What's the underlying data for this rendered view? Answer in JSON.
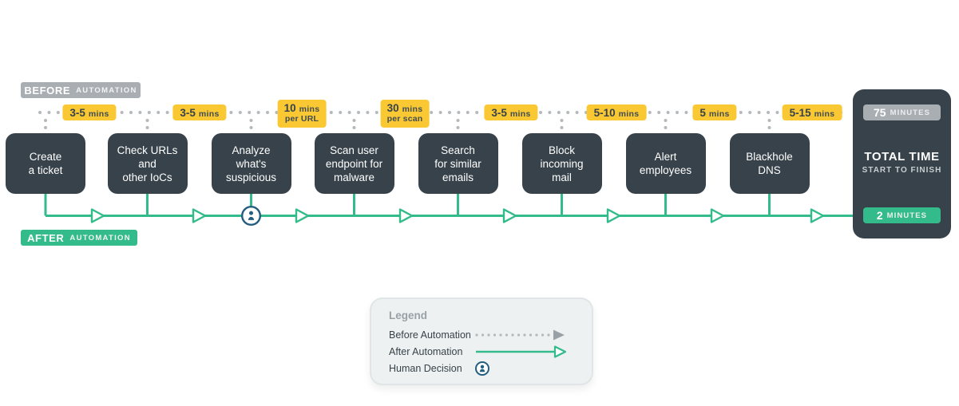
{
  "colors": {
    "box_dark": "#37424a",
    "accent_green": "#34bb8b",
    "badge_yellow": "#f9c832",
    "badge_gray": "#a9aeb3",
    "dot_gray": "#b4b9bd",
    "human_navy": "#235d80"
  },
  "before_badge": {
    "bold": "BEFORE",
    "light": "AUTOMATION"
  },
  "after_badge": {
    "bold": "AFTER",
    "light": "AUTOMATION"
  },
  "steps": [
    {
      "label_lines": [
        "Create",
        "a ticket"
      ],
      "time": {
        "value": "3-5",
        "unit": "mins"
      }
    },
    {
      "label_lines": [
        "Check URLs",
        "and",
        "other IoCs"
      ],
      "time": {
        "value": "3-5",
        "unit": "mins"
      }
    },
    {
      "label_lines": [
        "Analyze",
        "what's",
        "suspicious"
      ],
      "time": {
        "value": "10",
        "unit": "mins",
        "line2": "per URL"
      },
      "human_decision": true
    },
    {
      "label_lines": [
        "Scan user",
        "endpoint for",
        "malware"
      ],
      "time": {
        "value": "30",
        "unit": "mins",
        "line2": "per scan"
      }
    },
    {
      "label_lines": [
        "Search",
        "for similar",
        "emails"
      ],
      "time": {
        "value": "3-5",
        "unit": "mins"
      }
    },
    {
      "label_lines": [
        "Block",
        "incoming",
        "mail"
      ],
      "time": {
        "value": "5-10",
        "unit": "mins"
      }
    },
    {
      "label_lines": [
        "Alert",
        "employees"
      ],
      "time": {
        "value": "5",
        "unit": "mins"
      }
    },
    {
      "label_lines": [
        "Blackhole",
        "DNS"
      ],
      "time": {
        "value": "5-15",
        "unit": "mins"
      }
    }
  ],
  "total_box": {
    "before_value": "75",
    "before_unit": "MINUTES",
    "title": "TOTAL TIME",
    "subtitle": "START TO FINISH",
    "after_value": "2",
    "after_unit": "MINUTES"
  },
  "legend": {
    "title": "Legend",
    "items": [
      {
        "label": "Before Automation",
        "marker": "dotted-gray-arrow"
      },
      {
        "label": "After Automation",
        "marker": "solid-green-arrow"
      },
      {
        "label": "Human Decision",
        "marker": "human-decision-icon"
      }
    ]
  }
}
